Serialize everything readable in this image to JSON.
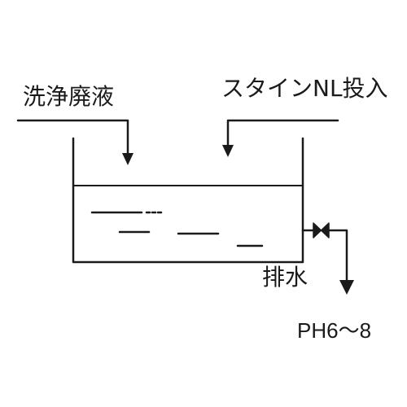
{
  "labels": {
    "inflow_waste": "洗浄廃液",
    "inflow_chemical": "スタインNL投入",
    "drain": "排水",
    "ph_range": "PH6～8"
  },
  "colors": {
    "ink": "#1a1a1a",
    "background": "#ffffff"
  },
  "icons": {
    "valve": "valve-icon",
    "arrow": "arrow-down-icon"
  }
}
